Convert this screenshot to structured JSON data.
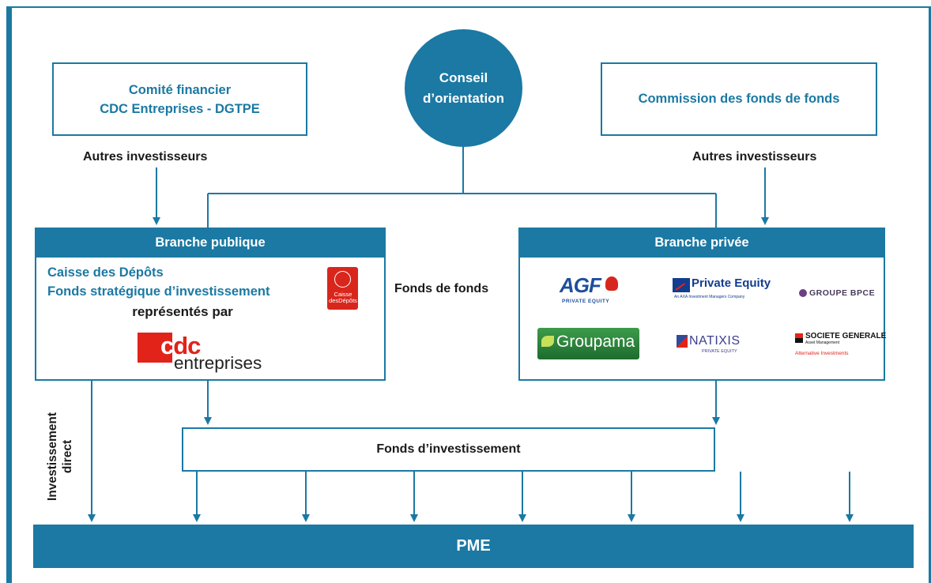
{
  "colors": {
    "accent": "#1b79a3",
    "red": "#e2231a",
    "text": "#1a1a1a"
  },
  "comite": {
    "line1": "Comité financier",
    "line2": "CDC Entreprises - DGTPE"
  },
  "conseil": {
    "line1": "Conseil",
    "line2": "d’orientation"
  },
  "commission": {
    "label": "Commission des fonds de fonds"
  },
  "autres_left": "Autres investisseurs",
  "autres_right": "Autres investisseurs",
  "branche_publique": {
    "title": "Branche publique",
    "line1": "Caisse des Dépôts",
    "line2": "Fonds stratégique d’investissement",
    "line3": "représentés par",
    "cdc_logo": {
      "word": "cdc",
      "sub": "entreprises"
    },
    "caisse_logo": {
      "line1": "Caisse",
      "line2": "desDépôts"
    }
  },
  "fonds_de_fonds": "Fonds de fonds",
  "branche_privee": {
    "title": "Branche privée",
    "logos": {
      "agf": {
        "word": "AGF",
        "sub": "PRIVATE EQUITY"
      },
      "axa": {
        "word": "Private Equity",
        "sub": "An AXA Investment Managers Company"
      },
      "bpce": {
        "word": "GROUPE BPCE"
      },
      "groupama": {
        "word": "Groupama"
      },
      "natixis": {
        "word": "NATIXIS",
        "sub": "PRIVATE EQUITY"
      },
      "sg": {
        "word": "SOCIETE GENERALE",
        "sub1": "Asset Management",
        "sub2": "Alternative Investments"
      }
    }
  },
  "fonds_investissement": "Fonds d’investissement",
  "investissement_direct": {
    "line1": "Investissement",
    "line2": "direct"
  },
  "pme": "PME"
}
